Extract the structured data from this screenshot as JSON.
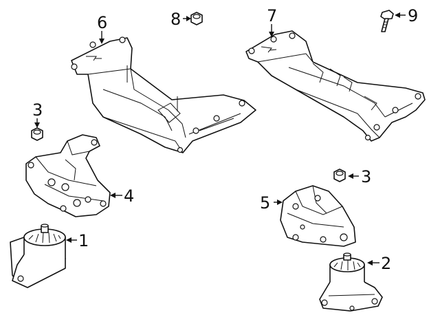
{
  "diagram": {
    "callouts": [
      {
        "id": "c1",
        "label": "1"
      },
      {
        "id": "c2",
        "label": "2"
      },
      {
        "id": "c3a",
        "label": "3"
      },
      {
        "id": "c3b",
        "label": "3"
      },
      {
        "id": "c4",
        "label": "4"
      },
      {
        "id": "c5",
        "label": "5"
      },
      {
        "id": "c6",
        "label": "6"
      },
      {
        "id": "c7",
        "label": "7"
      },
      {
        "id": "c8",
        "label": "8"
      },
      {
        "id": "c9",
        "label": "9"
      }
    ]
  }
}
